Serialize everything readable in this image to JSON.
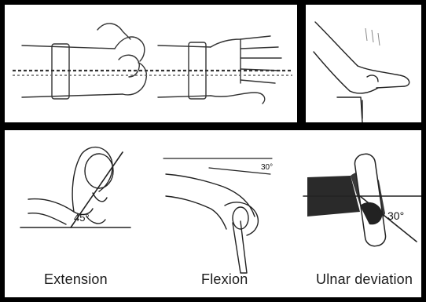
{
  "figure": {
    "captions": {
      "extension": "Extension",
      "flexion": "Flexion",
      "ulnar_deviation": "Ulnar deviation"
    },
    "angles": {
      "extension": "45°",
      "flexion": "30°",
      "ulnar_deviation": "30°"
    }
  },
  "colors": {
    "frame": "#000000",
    "line_art": "#222222",
    "background": "#ffffff"
  }
}
